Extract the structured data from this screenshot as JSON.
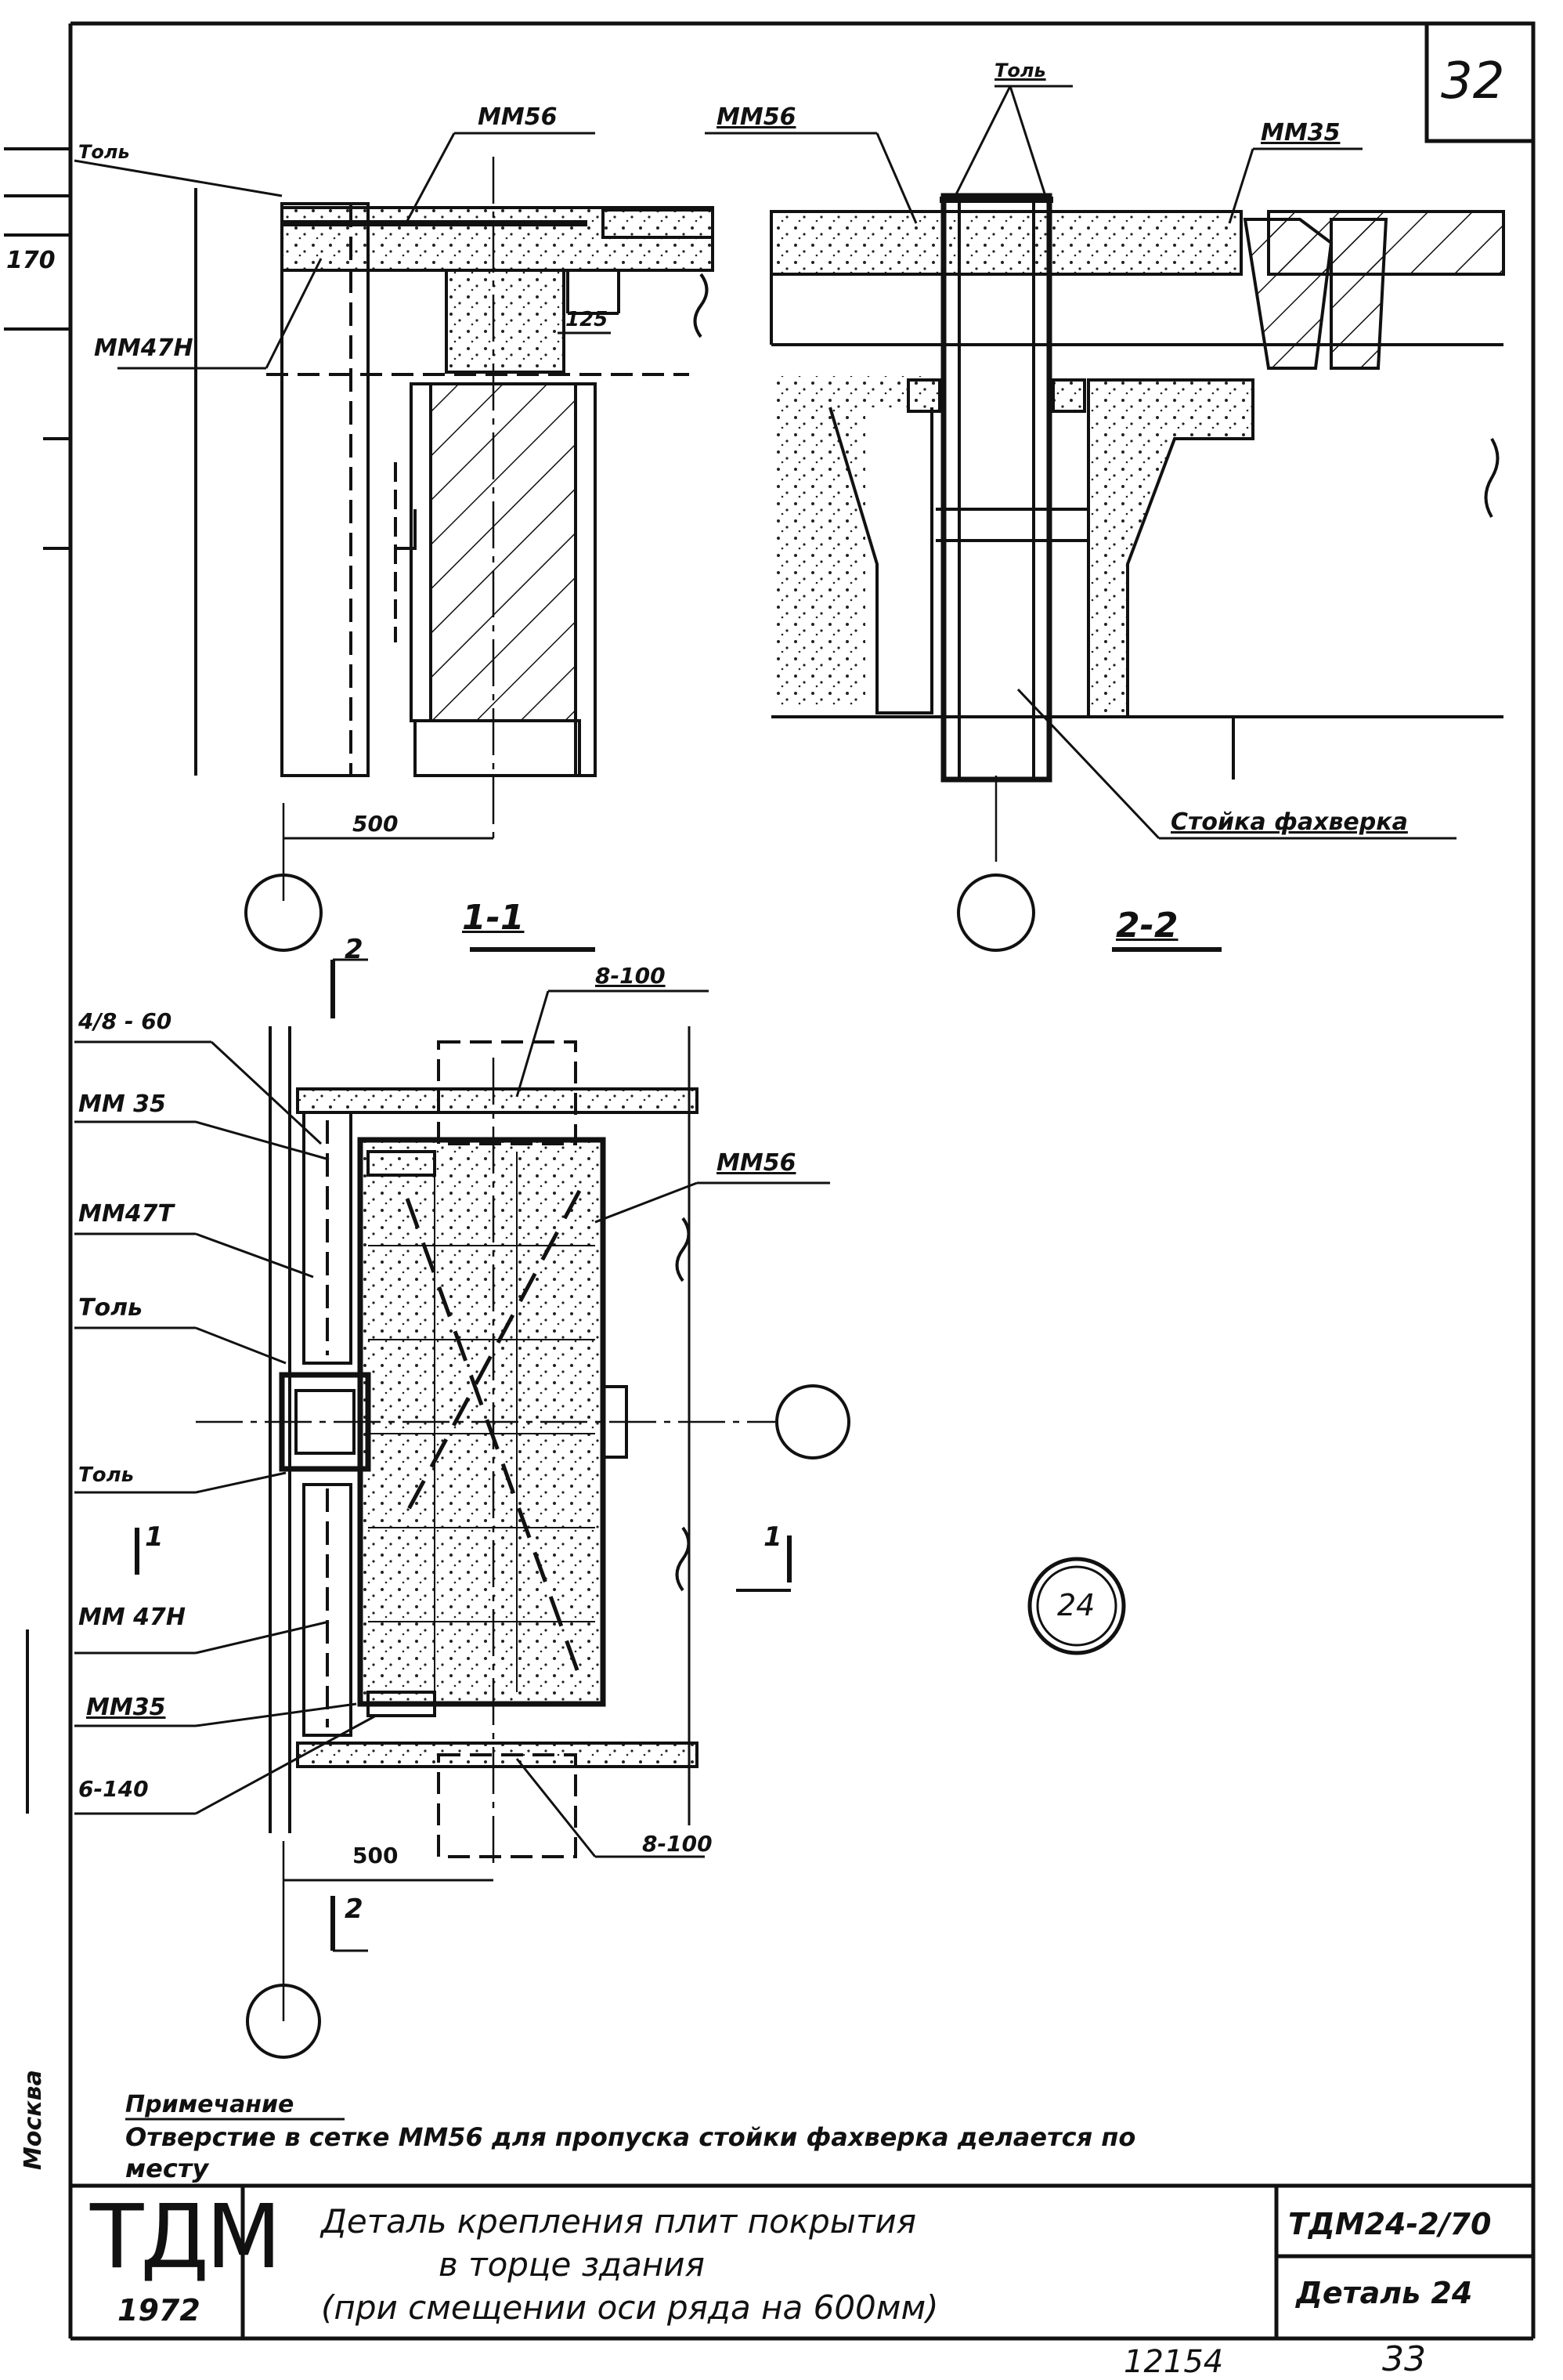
{
  "sheet_number": "32",
  "sections": {
    "s11": {
      "label": "1-1",
      "callouts": {
        "tol": "Толь",
        "mm56": "ММ56",
        "mm47n": "ММ47Н",
        "d170": "170",
        "d125": "125",
        "d500": "500"
      }
    },
    "s22": {
      "label": "2-2",
      "callouts": {
        "tol": "Толь",
        "mm56": "ММ56",
        "mm35": "ММ35",
        "stoyka": "Стойка фахверка"
      }
    }
  },
  "plan": {
    "section_mark_top": "2",
    "section_mark_bottom": "2",
    "section_mark_left": "1",
    "section_mark_right": "1",
    "callouts": {
      "a4_8_60": "4/8 - 60",
      "b8_100_top": "8-100",
      "mm35_top": "ММ 35",
      "mm47t": "ММ47Т",
      "tol_1": "Толь",
      "tol_2": "Толь",
      "mm47n": "ММ 47Н",
      "mm35_bot": "ММ35",
      "b6_140": "6-140",
      "mm56": "ММ56",
      "b8_100_bot": "8-100",
      "d500": "500"
    },
    "detail_number": "24"
  },
  "note": {
    "title": "Примечание",
    "text_line1": "Отверстие в сетке ММ56 для пропуска стойки фахверка делается по",
    "text_line2": "месту"
  },
  "title_block": {
    "logo": "ТДМ",
    "year": "1972",
    "city": "Москва",
    "title_line1": "Деталь крепления плит покрытия",
    "title_line2": "в торце здания",
    "title_line3": "(при смещении оси ряда на 600мм)",
    "code": "ТДМ24-2/70",
    "detail": "Деталь 24"
  },
  "footer": {
    "archive_no": "12154",
    "page": "33"
  }
}
